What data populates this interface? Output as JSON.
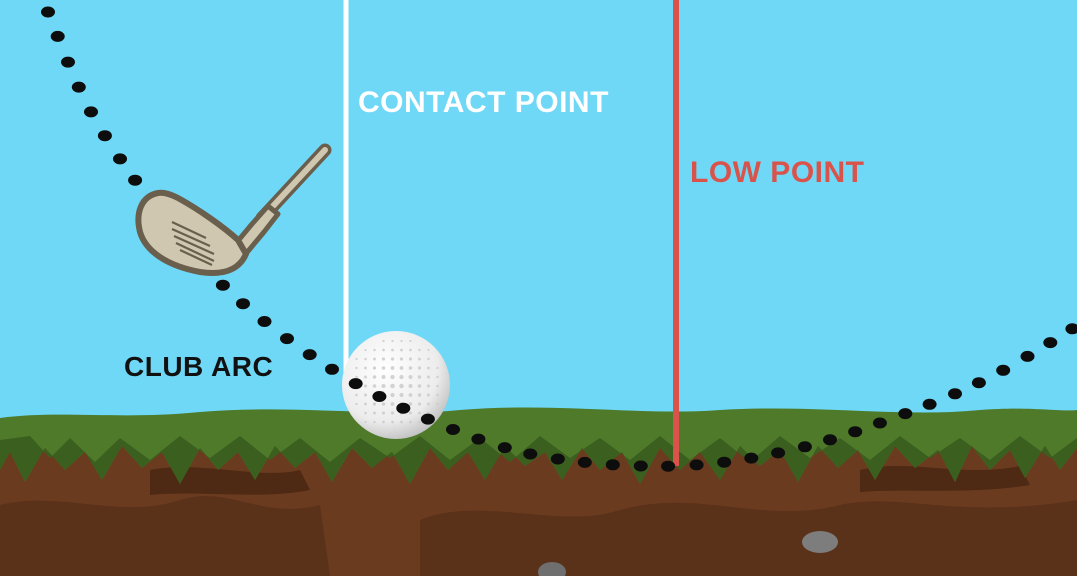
{
  "labels": {
    "contact_point": "CONTACT POINT",
    "low_point": "LOW POINT",
    "club_arc": "CLUB ARC"
  },
  "colors": {
    "sky": "#6fd8f7",
    "contact_line": "#ffffff",
    "low_point_line": "#d9534a",
    "club_arc_dots": "#0d0d0d",
    "grass": "#4e7a2a",
    "grass_dark": "#3b5f1e",
    "soil": "#6b3b1f",
    "soil_dark": "#4e2914",
    "ball": "#f3f3f3",
    "club_head": "#cfc7b0",
    "club_outline": "#6a5f4d",
    "contact_label": "#ffffff",
    "low_point_label": "#d9534a",
    "club_arc_label": "#111111"
  },
  "icons": {
    "club": "golf-iron-icon",
    "ball": "golf-ball-icon"
  }
}
